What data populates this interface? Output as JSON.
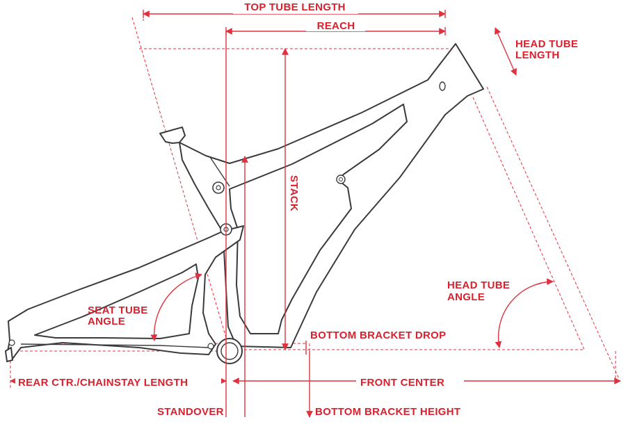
{
  "colors": {
    "accent": "#d9212e",
    "frame_outline": "#3a3a3a",
    "background": "#ffffff"
  },
  "labels": {
    "top_tube_length": "TOP TUBE LENGTH",
    "reach": "REACH",
    "head_tube_length_line1": "HEAD TUBE",
    "head_tube_length_line2": "LENGTH",
    "stack": "STACK",
    "seat_tube_angle_line1": "SEAT TUBE",
    "seat_tube_angle_line2": "ANGLE",
    "head_tube_angle_line1": "HEAD TUBE",
    "head_tube_angle_line2": "ANGLE",
    "bottom_bracket_drop": "BOTTOM BRACKET DROP",
    "rear_center": "REAR CTR./CHAINSTAY LENGTH",
    "front_center": "FRONT CENTER",
    "standover": "STANDOVER",
    "bottom_bracket_height": "BOTTOM BRACKET HEIGHT"
  }
}
